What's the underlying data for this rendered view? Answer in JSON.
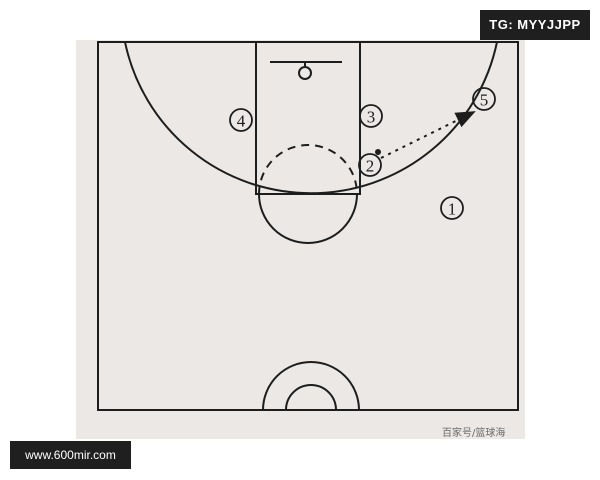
{
  "watermarks": {
    "top_right": "TG: MYYJJPP",
    "bottom_left": "www.600mir.com",
    "source": "百家号/篮球海"
  },
  "players": [
    {
      "number": "1"
    },
    {
      "number": "2",
      "has_ball": true
    },
    {
      "number": "3"
    },
    {
      "number": "4"
    },
    {
      "number": "5"
    }
  ],
  "pass": {
    "from": "2",
    "to": "5",
    "style": "dashed-arrow"
  },
  "colors": {
    "paper": "#ebe8e6",
    "line": "#1d1d1d",
    "watermark_bg": "#1f1f1f",
    "watermark_text": "#ffffff"
  }
}
